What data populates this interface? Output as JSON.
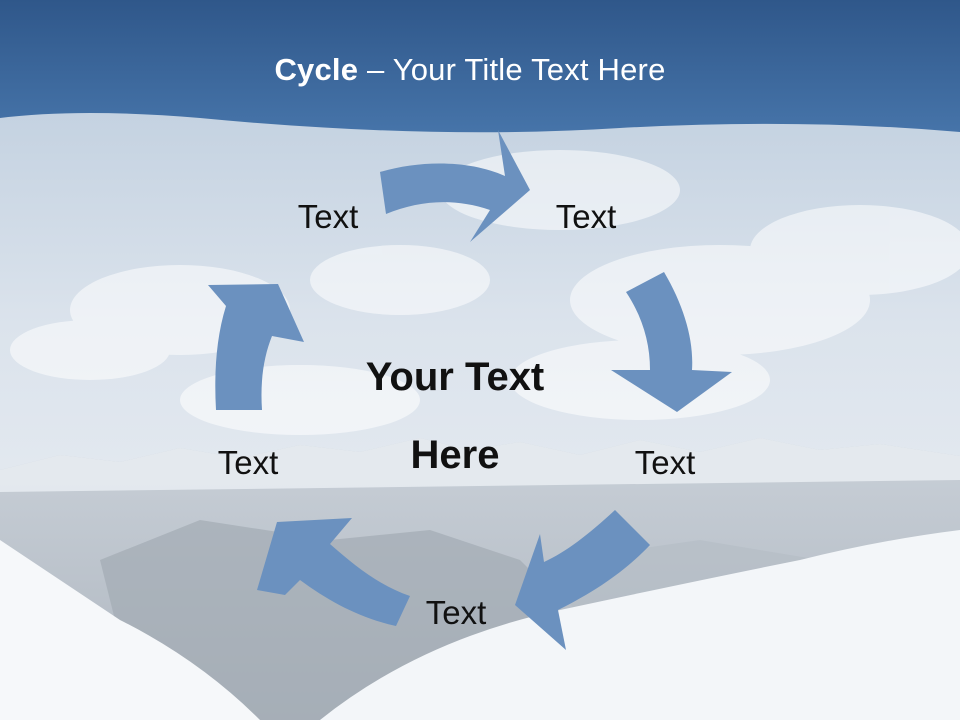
{
  "title": {
    "bold": "Cycle",
    "rest": " – Your Title Text Here"
  },
  "center_text": "Your Text Here",
  "cycle_labels": [
    "Text",
    "Text",
    "Text",
    "Text",
    "Text"
  ],
  "colors": {
    "header": "#3f6a9f",
    "arrow": "#6b91bf",
    "text": "#111111",
    "title_text": "#ffffff"
  }
}
